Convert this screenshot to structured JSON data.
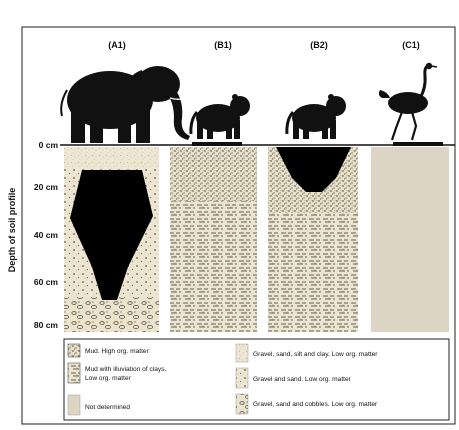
{
  "columns": [
    {
      "id": "A1",
      "title": "(A1)",
      "animal": "elephant-icon"
    },
    {
      "id": "B1",
      "title": "(B1)",
      "animal": "big-cat-icon"
    },
    {
      "id": "B2",
      "title": "(B2)",
      "animal": "big-cat-icon"
    },
    {
      "id": "C1",
      "title": "(C1)",
      "animal": "ostrich-icon"
    }
  ],
  "depth_axis": {
    "title": "Depth of soil profile",
    "ticks": [
      "0 cm",
      "20 cm",
      "40 cm",
      "60 cm",
      "80 cm"
    ]
  },
  "legend": {
    "left": [
      {
        "label": "Mud. High org. matter"
      },
      {
        "label_lines": [
          "Mud with illuviation of clays.",
          "Low org. matter"
        ]
      },
      {
        "label": "Not determined"
      }
    ],
    "right": [
      {
        "label": "Gravel, sand, silt and clay. Low org. matter"
      },
      {
        "label": "Gravel and sand. Low org. matter"
      },
      {
        "label": "Gravel, sand and cobbles. Low org. matter"
      }
    ]
  },
  "colors": {
    "soil_base": "#e8e0cb",
    "not_determined": "#ddd5c3",
    "burrow": "#000000",
    "silhouette": "#111111",
    "frame": "#222222"
  }
}
